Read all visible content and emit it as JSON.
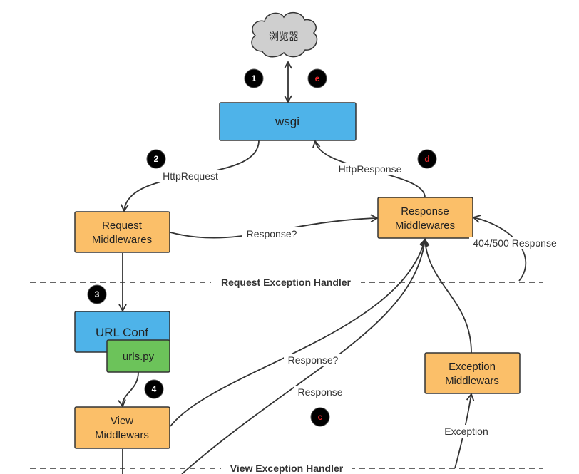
{
  "nodes": {
    "browser": "浏览器",
    "wsgi": "wsgi",
    "request_mw": [
      "Request",
      "Middlewares"
    ],
    "response_mw": [
      "Response",
      "Middlewares"
    ],
    "url_conf": "URL Conf",
    "urls_py": "urls.py",
    "view_mw": [
      "View",
      "Middlewars"
    ],
    "exception_mw": [
      "Exception",
      "Middlewars"
    ]
  },
  "edges": {
    "http_request": "HttpRequest",
    "http_response": "HttpResponse",
    "response_q_1": "Response?",
    "response_404_500": "404/500 Response",
    "response_q_2": "Response?",
    "response": "Response",
    "exception": "Exception"
  },
  "separators": {
    "request_exception": "Request Exception Handler",
    "view_exception": "View Exception Handler"
  },
  "badges": {
    "b1": "1",
    "b2": "2",
    "b3": "3",
    "b4": "4",
    "be": "e",
    "bd": "d",
    "bc": "c"
  },
  "colors": {
    "blue": "#4eb3e9",
    "orange": "#fbbf69",
    "green": "#6cc35a",
    "cloud": "#cfcfcf",
    "badge_black": "#000000",
    "badge_red_text": "#e8262b"
  }
}
